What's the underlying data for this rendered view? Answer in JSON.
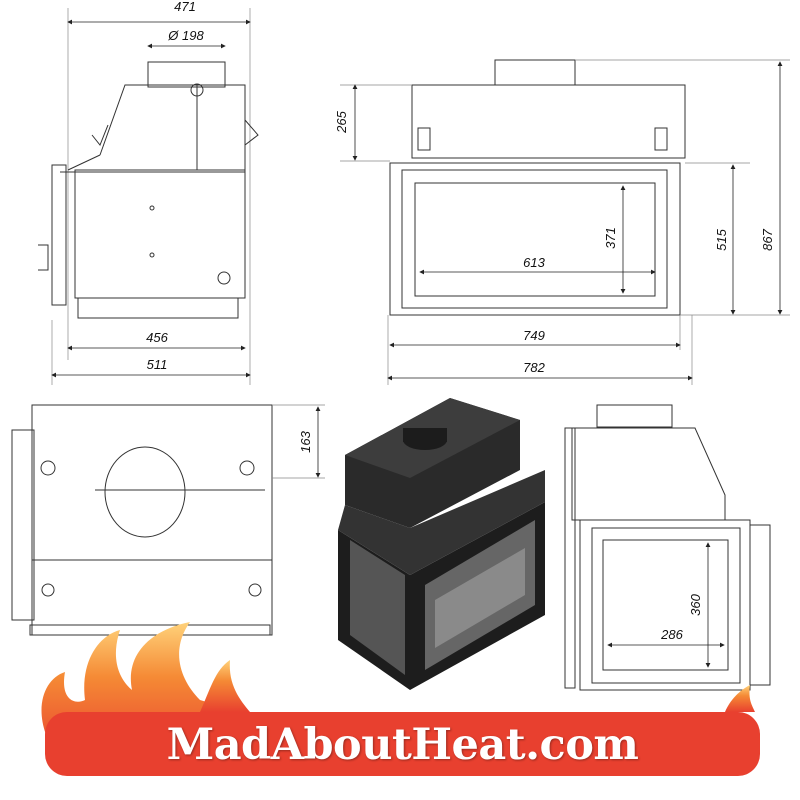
{
  "dimensions": {
    "side_depth_top": "471",
    "flue_diameter": "Ø 198",
    "side_depth_inner": "456",
    "side_depth_total": "511",
    "hood_height": "265",
    "glass_width": "613",
    "glass_height": "371",
    "body_height": "515",
    "total_height": "867",
    "front_width_inner": "749",
    "front_width_total": "782",
    "back_offset": "163",
    "side_glass_height": "360",
    "side_glass_width": "286"
  },
  "logo": {
    "text": "MadAboutHeat.com",
    "bar_color": "#e8402f",
    "flame_colors": [
      "#f26a2a",
      "#f9a13a",
      "#ffd27a"
    ]
  }
}
